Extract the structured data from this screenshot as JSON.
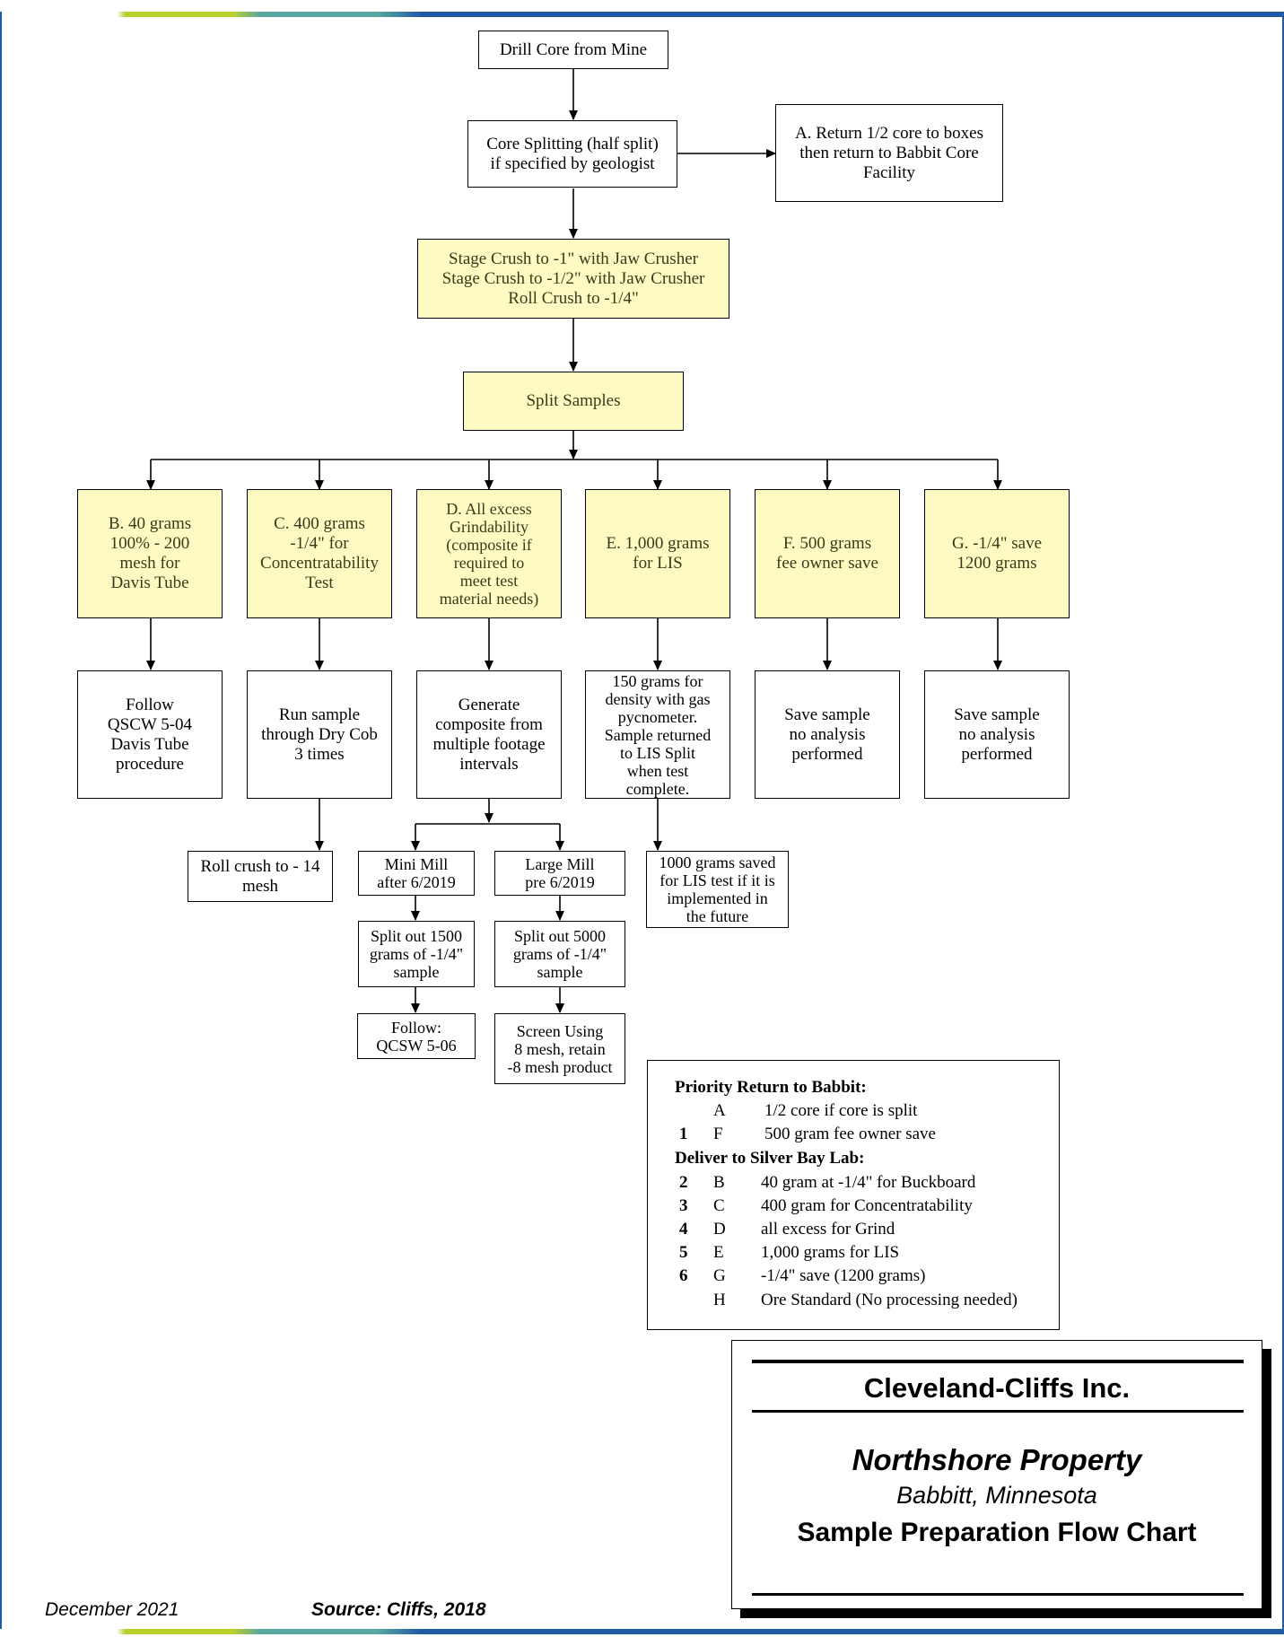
{
  "colors": {
    "frame_green": "#b8cf2c",
    "frame_teal": "#5aa8a0",
    "frame_blue": "#1f5aa6",
    "box_fill": "#fefbc2"
  },
  "flow": {
    "drill_core": "Drill Core from Mine",
    "core_split": "Core Splitting (half split)\nif specified by geologist",
    "return_a": "A. Return 1/2 core to boxes\nthen return to Babbit Core\nFacility",
    "stage_crush": "Stage Crush to -1\" with Jaw Crusher\nStage Crush to -1/2\" with Jaw Crusher\nRoll Crush to -1/4\"",
    "split_samples": "Split Samples",
    "b": "B. 40 grams\n100% - 200\nmesh for\nDavis Tube",
    "c": "C. 400 grams\n-1/4\" for\nConcentratability\nTest",
    "d": "D. All excess\nGrindability\n(composite if\nrequired to\nmeet test\nmaterial needs)",
    "e": "E. 1,000 grams\nfor LIS",
    "f": "F. 500 grams\nfee owner save",
    "g": "G. -1/4\" save\n1200 grams",
    "b2": "Follow\nQSCW 5-04\nDavis Tube\nprocedure",
    "c2": "Run sample\nthrough Dry Cob\n3 times",
    "d2": "Generate\ncomposite from\nmultiple footage\nintervals",
    "e2": "150 grams for\ndensity with gas\npycnometer.\nSample returned\nto LIS Split\nwhen test\ncomplete.",
    "f2": "Save sample\nno analysis\nperformed",
    "g2": "Save sample\nno analysis\nperformed",
    "roll_crush": "Roll crush to - 14\nmesh",
    "mini_mill": "Mini Mill\nafter 6/2019",
    "large_mill": "Large Mill\npre 6/2019",
    "lis_saved": "1000 grams saved\nfor LIS test if it is\nimplemented in\nthe future",
    "split_1500": "Split out 1500\ngrams of -1/4\"\nsample",
    "split_5000": "Split out 5000\ngrams of -1/4\"\nsample",
    "follow_506": "Follow:\nQCSW 5-06",
    "screen": "Screen Using\n8 mesh, retain\n-8 mesh product"
  },
  "legend": {
    "priority_title": "Priority Return to Babbit:",
    "deliver_title": "Deliver to Silver Bay Lab:",
    "priority_rows": [
      {
        "num": "",
        "code": "A",
        "desc": "1/2 core if core is split"
      },
      {
        "num": "1",
        "code": "F",
        "desc": "500 gram fee owner save"
      }
    ],
    "deliver_rows": [
      {
        "num": "2",
        "code": "B",
        "desc": "40 gram at -1/4\" for Buckboard"
      },
      {
        "num": "3",
        "code": "C",
        "desc": "400 gram for Concentratability"
      },
      {
        "num": "4",
        "code": "D",
        "desc": "all excess for Grind"
      },
      {
        "num": "5",
        "code": "E",
        "desc": "1,000 grams for LIS"
      },
      {
        "num": "6",
        "code": "G",
        "desc": "-1/4\" save (1200 grams)"
      },
      {
        "num": "",
        "code": "H",
        "desc": "Ore Standard (No processing needed)"
      }
    ]
  },
  "title_block": {
    "company": "Cleveland-Cliffs Inc.",
    "property": "Northshore Property",
    "location": "Babbitt, Minnesota",
    "chart_title": "Sample Preparation Flow Chart"
  },
  "footer": {
    "date": "December 2021",
    "source": "Source: Cliffs, 2018"
  }
}
